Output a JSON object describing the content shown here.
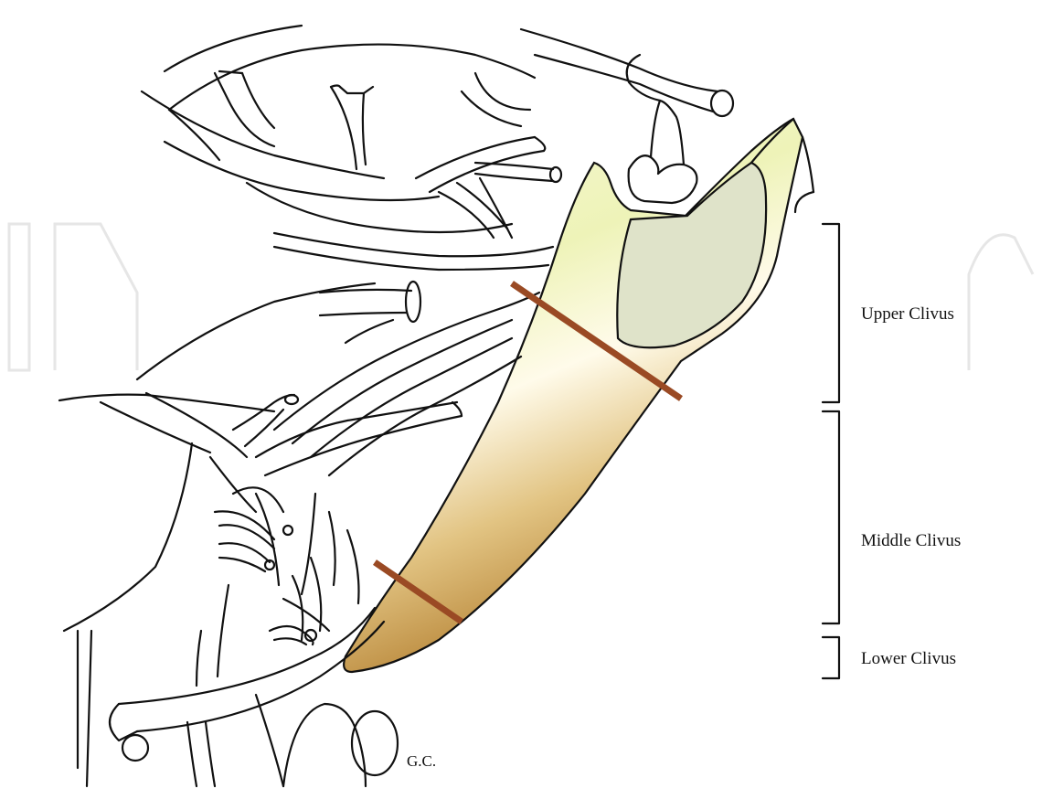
{
  "labels": {
    "upper": "Upper Clivus",
    "middle": "Middle Clivus",
    "lower": "Lower Clivus",
    "gc": "G.C."
  },
  "colors": {
    "clivus_top": "#f3f7c8",
    "clivus_bottom": "#b07a2a",
    "sella_fill": "#d9ddc6",
    "cut_line": "#9a4a24"
  }
}
